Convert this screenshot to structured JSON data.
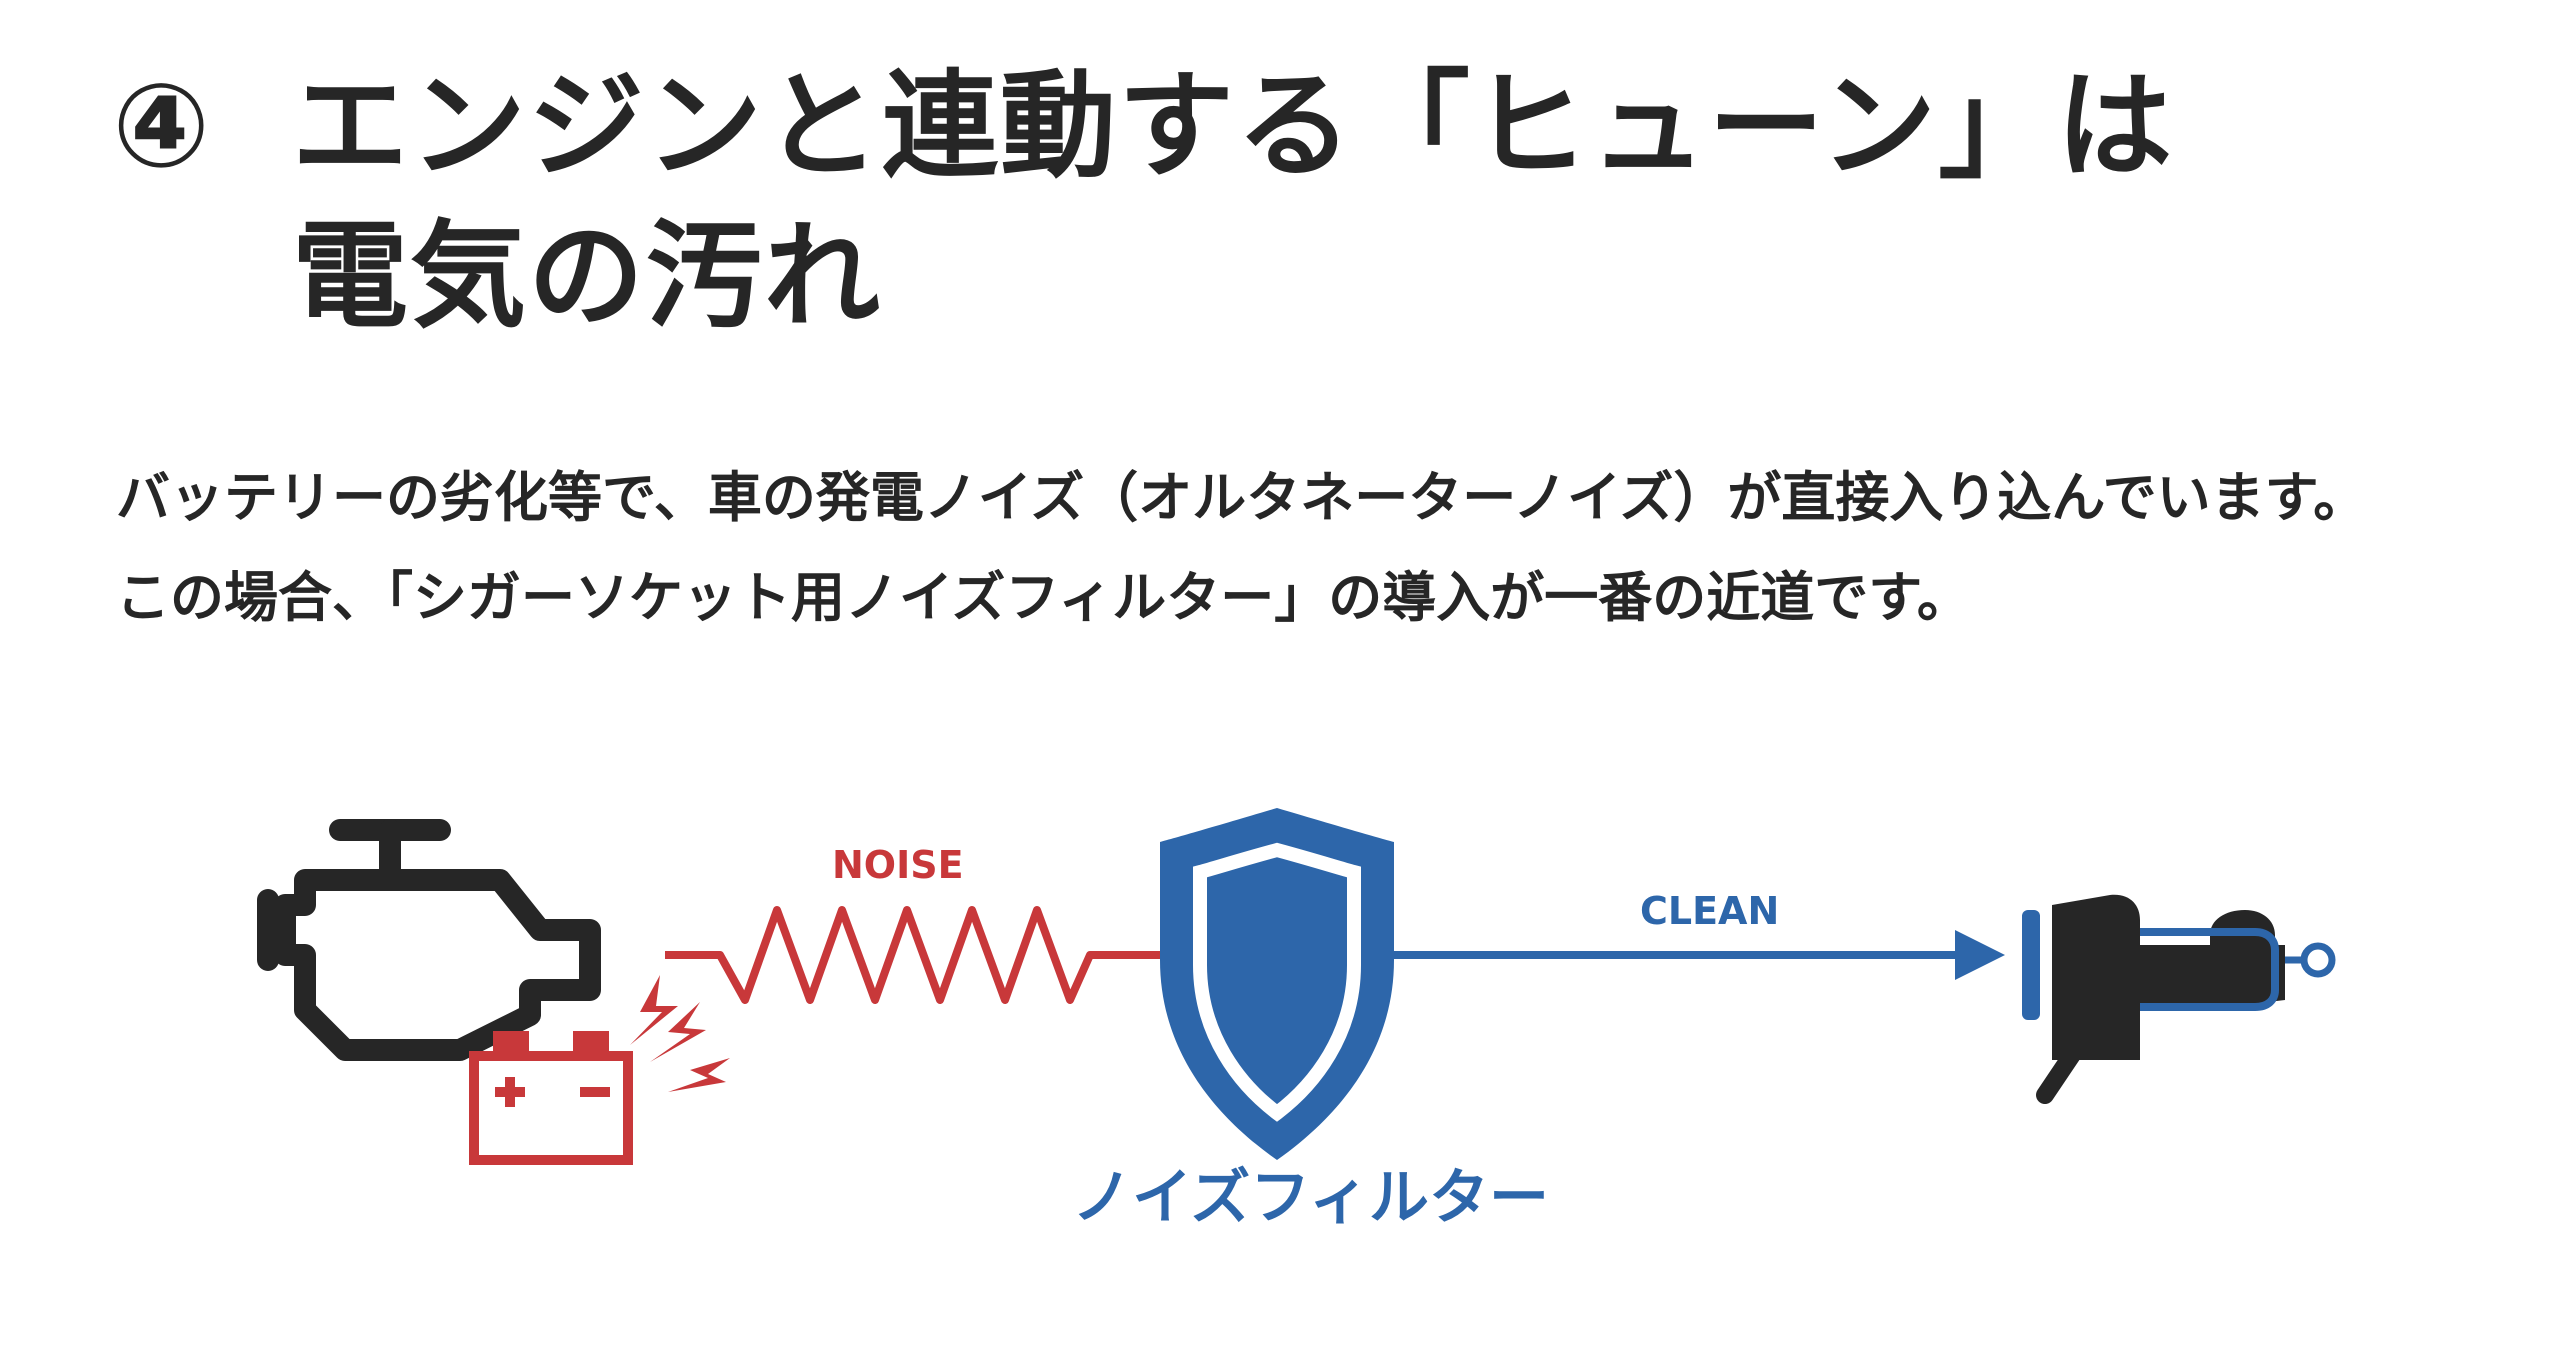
{
  "title": {
    "number": "④",
    "line1": "エンジンと連動する「ヒューン」は",
    "line2": "電気の汚れ"
  },
  "body": {
    "line1": "バッテリーの劣化等で、車の発電ノイズ（オルタネーターノイズ）が直接入り込んでいます。",
    "line2": "この場合、「シガーソケット用ノイズフィルター」の導入が一番の近道です。"
  },
  "diagram": {
    "noise_label": "NOISE",
    "clean_label": "CLEAN",
    "filter_label": "ノイズフィルター",
    "icons": [
      "engine-icon",
      "battery-icon",
      "spark-icon",
      "shield-icon",
      "cigarette-socket-plug-icon"
    ],
    "colors": {
      "dark": "#262626",
      "red": "#c8383a",
      "blue": "#2d66aa"
    }
  }
}
